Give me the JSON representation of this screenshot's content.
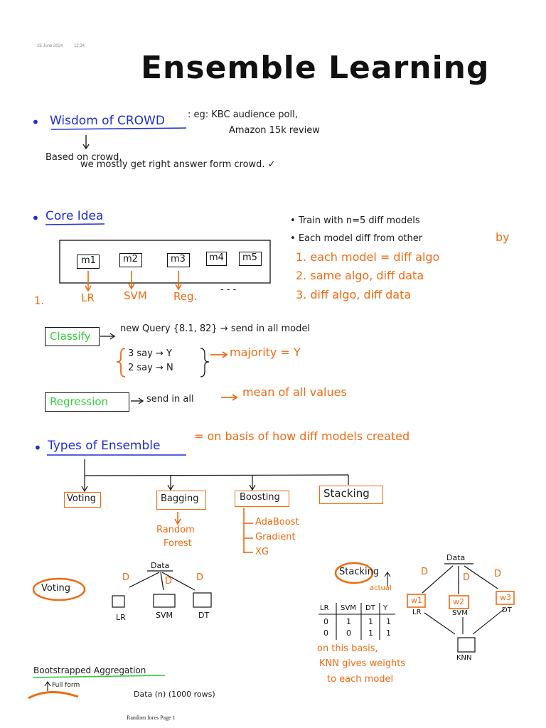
{
  "header": {
    "date": "25 June 2024",
    "time": "12:34"
  },
  "title": "Ensemble Learning",
  "wisdom": {
    "heading": "Wisdom of CROWD",
    "eg_line1": ": eg: KBC audience poll,",
    "eg_line2": "Amazon 15k review",
    "note_line1": "Based on crowd,",
    "note_line2": "we mostly get right answer form crowd. ✓"
  },
  "core": {
    "heading": "Core Idea",
    "models": [
      "m1",
      "m2",
      "m3",
      "m4",
      "m5"
    ],
    "row_label": "1.",
    "model_algos": [
      "LR",
      "SVM",
      "Reg.",
      "- - -"
    ],
    "points": [
      "Train with n=5 diff models",
      "Each model diff from other"
    ],
    "by_label": "by",
    "numbered": [
      "1. each model = diff algo",
      "2. same algo, diff data",
      "3. diff algo, diff data"
    ]
  },
  "classify": {
    "label": "Classify",
    "text": "new Query {8.1, 82} → send in all model",
    "vote1": "3 say → Y",
    "vote2": "2 say → N",
    "result": "majority = Y"
  },
  "regression": {
    "label": "Regression",
    "text": "send in all",
    "result": "mean of all values"
  },
  "types": {
    "heading": "Types of Ensemble",
    "subtitle": "= on basis of how diff models created",
    "items": [
      "Voting",
      "Bagging",
      "Boosting",
      "Stacking"
    ],
    "bagging_sub": [
      "Random",
      "Forest"
    ],
    "boosting_sub": [
      "AdaBoost",
      "Gradient",
      "XG"
    ]
  },
  "voting_diagram": {
    "label": "Voting",
    "data": "Data",
    "d": "D",
    "models": [
      "LR",
      "SVM",
      "DT"
    ]
  },
  "stacking_diagram": {
    "label": "Stacking",
    "actual": "actual",
    "columns": [
      "LR",
      "SVM",
      "DT",
      "Y"
    ],
    "rows": [
      [
        "0",
        "1",
        "1",
        "1"
      ],
      [
        "0",
        "0",
        "1",
        "1"
      ]
    ],
    "data": "Data",
    "d": "D",
    "weights": [
      "w1",
      "w2",
      "w3"
    ],
    "models": [
      "LR",
      "SVM",
      "DT"
    ],
    "meta_model": "KNN",
    "note_line1": "on this basis,",
    "note_line2": "KNN gives weights",
    "note_line3": "to each model"
  },
  "bagging_footer": {
    "heading": "Bootstrapped Aggregation",
    "full_form": "Full form",
    "data_note": "Data (n) (1000 rows)"
  },
  "footer": "Random fores Page 1",
  "colors": {
    "ink": "#1a1a1a",
    "blue": "#1e2fd6",
    "orange": "#f06a10",
    "green": "#2fcf3a"
  }
}
